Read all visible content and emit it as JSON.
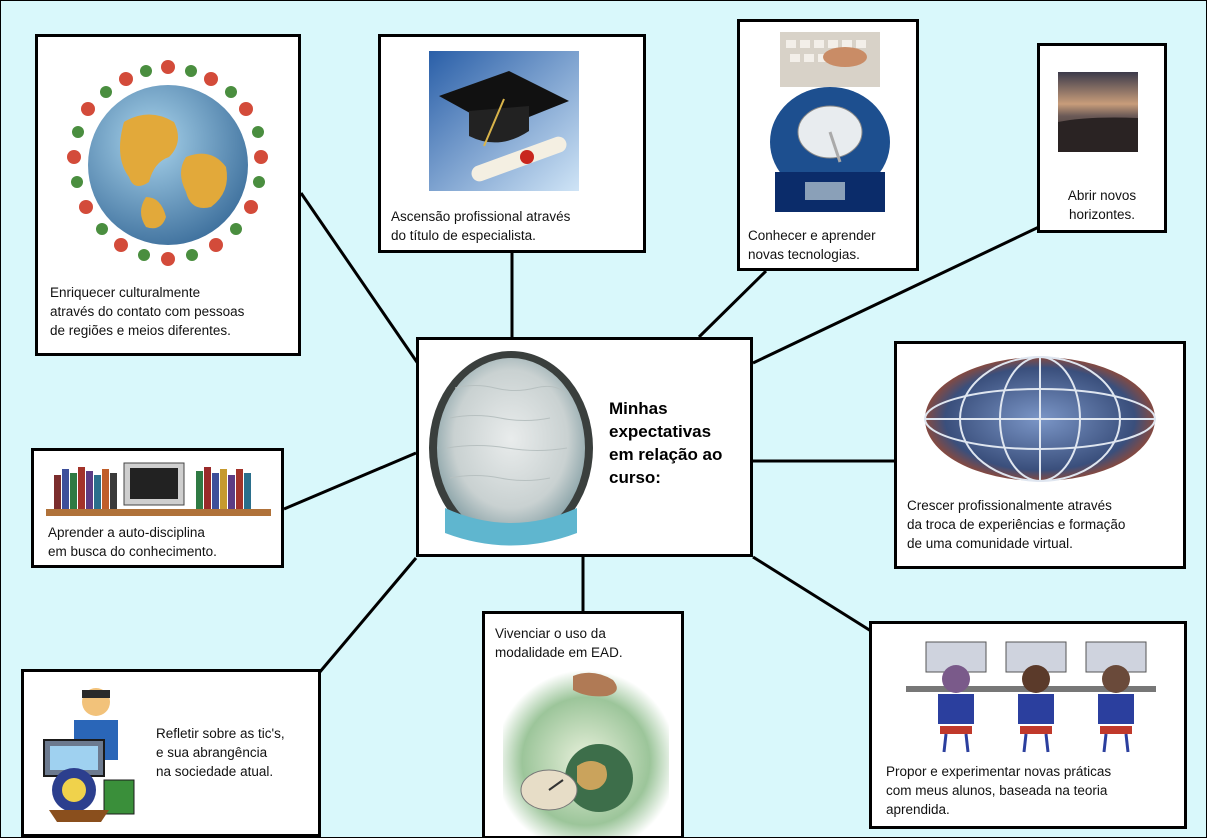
{
  "colors": {
    "background": "#d9f8fb",
    "box_fill": "#ffffff",
    "box_border": "#000000",
    "connector": "#000000"
  },
  "center": {
    "title": "Minhas\nexpectativas\nem relação ao\ncurso:",
    "image": "face-photo-oval-icon"
  },
  "nodes": [
    {
      "id": "enriquecer",
      "image": "children-around-globe-icon",
      "text": "Enriquecer culturalmente\natravés do contato com pessoas\nde regiões e meios diferentes."
    },
    {
      "id": "ascensao",
      "image": "graduation-cap-diploma-icon",
      "text": "Ascensão profissional através\ndo título de especialista."
    },
    {
      "id": "tecnologias",
      "image": "keyboard-satellite-icon",
      "text": "Conhecer e aprender\nnovas tecnologias."
    },
    {
      "id": "horizontes",
      "image": "horizon-landscape-icon",
      "text": "Abrir novos\nhorizontes."
    },
    {
      "id": "autodisciplina",
      "image": "books-computer-icon",
      "text": "Aprender a auto-disciplina\nem busca do conhecimento."
    },
    {
      "id": "crescer",
      "image": "virtual-community-globe-icon",
      "text": "Crescer profissionalmente através\nda troca de experiências e formação\nde uma comunidade virtual."
    },
    {
      "id": "refletir",
      "image": "computer-user-clipart-icon",
      "text": "Refletir sobre as tic's,\ne sua abrangência\nna sociedade atual."
    },
    {
      "id": "ead",
      "image": "hand-globe-icon",
      "text": "Vivenciar o uso da\nmodalidade em EAD."
    },
    {
      "id": "praticas",
      "image": "students-at-computers-icon",
      "text": "Propor e experimentar novas práticas\ncom meus alunos, baseada na teoria\naprendida."
    }
  ]
}
